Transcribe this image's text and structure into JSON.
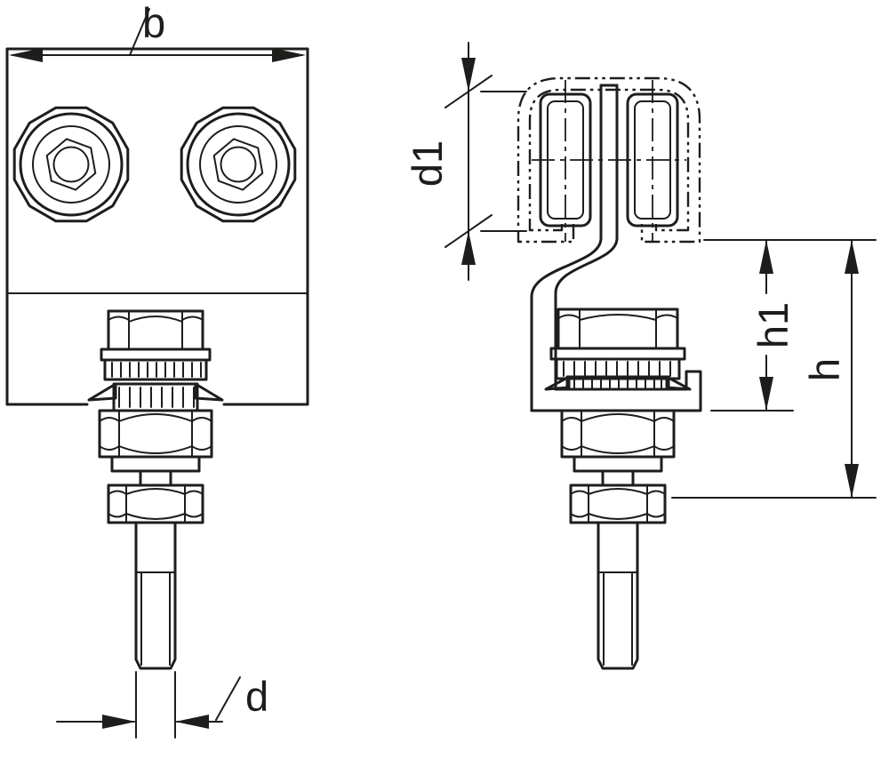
{
  "labels": {
    "width": "b",
    "thread_diameter": "d",
    "roller_diameter": "d1",
    "height_1": "h1",
    "height_total": "h"
  },
  "colors": {
    "line": "#1d1d1b",
    "background": "#ffffff"
  }
}
